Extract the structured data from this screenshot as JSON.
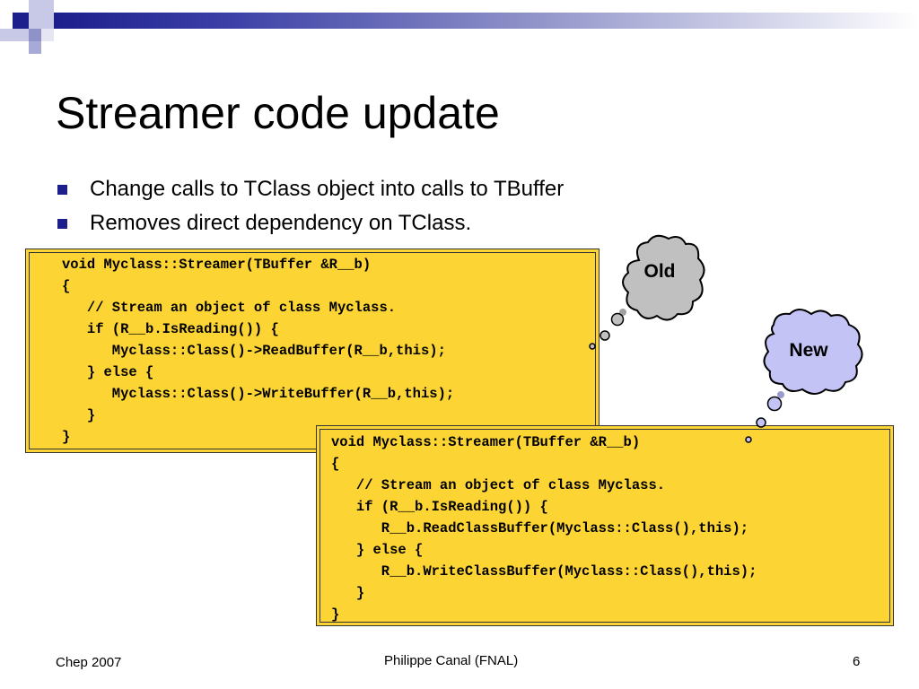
{
  "slide": {
    "title": "Streamer code update",
    "bullets": [
      "Change calls to TClass object into calls to TBuffer",
      "Removes direct dependency on TClass."
    ],
    "old_code": "void Myclass::Streamer(TBuffer &R__b)\n{\n   // Stream an object of class Myclass.\n   if (R__b.IsReading()) {\n      Myclass::Class()->ReadBuffer(R__b,this);\n   } else {\n      Myclass::Class()->WriteBuffer(R__b,this);\n   }\n}",
    "new_code": "void Myclass::Streamer(TBuffer &R__b)\n{\n   // Stream an object of class Myclass.\n   if (R__b.IsReading()) {\n      R__b.ReadClassBuffer(Myclass::Class(),this);\n   } else {\n      R__b.WriteClassBuffer(Myclass::Class(),this);\n   }\n}",
    "old_label": "Old",
    "new_label": "New"
  },
  "footer": {
    "left": "Chep 2007",
    "center": "Philippe Canal (FNAL)",
    "page_number": "6"
  },
  "colors": {
    "accent": "#1c1f8c",
    "code_background": "#fcd535",
    "old_cloud": "#c0c0c0",
    "new_cloud": "#c3c3f5"
  }
}
